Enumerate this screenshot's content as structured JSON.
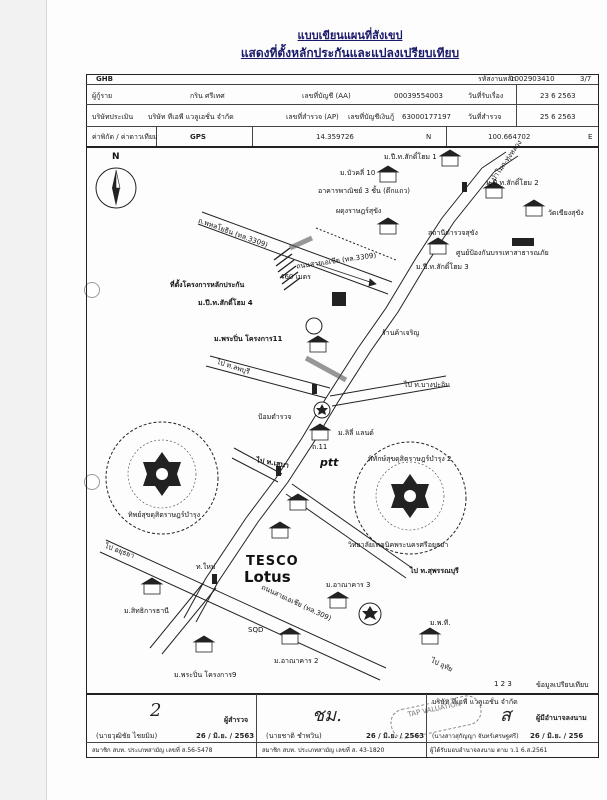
{
  "header": {
    "title_line1": "แบบเขียนแผนที่สังเขป",
    "title_line2": "แสดงที่ตั้งหลักประกันและแปลงเปรียบเทียบ",
    "org_code": "GHB",
    "case_no_label": "รหัสงานหลัก",
    "case_no_value": "1002903410",
    "page_no": "3/7"
  },
  "info": {
    "borrower_label": "ผู้กู้ราย",
    "borrower_name": "กริน ศรีเทศ",
    "account_label": "เลขที่บัญชี (AA)",
    "account_value": "00039554003",
    "request_date_label": "วันที่รับเรื่อง",
    "request_date_value": "23 6 2563",
    "company_label": "บริษัทประเมิน",
    "company_value": "บริษัท ทีเอพี แวลูเอชั่น จำกัด",
    "ap_label": "เลขที่สำรวจ (AP)",
    "ap_value": "63000177197",
    "bank_ref_label": "เลขที่บัญชีเงินกู้",
    "survey_date_label": "วันที่สำรวจ",
    "survey_date_value": "25 6 2563",
    "coord_label": "ค่าพิกัด / ค่าดาวเทียม",
    "gps_label": "GPS",
    "lat_value": "14.359726",
    "lat_suffix": "N",
    "lon_value": "100.664702",
    "lon_suffix": "E"
  },
  "map": {
    "north": "N",
    "labels": {
      "m_porwipa": "ม.ปี.ท.สักดิ์โฮม 1",
      "m_wasanthi": "ม.บัวคลี่ 10",
      "bldg3": "อาคารพาณิชย์ 3 ชั้น (ตึกแถว)",
      "m_lakdi2": "ม.ปี.ท.สักดิ์โฮม 2",
      "temple": "วัดเขียงสุขัง",
      "school": "ผดุงราษฎร์สุขัง",
      "police": "สถานีตำรวจสุขัง",
      "m_lakdi3": "ม.ปี.ท.สักดิ์โฮม 3",
      "center": "ศูนย์ป้องกันบรรเทาสาธารณภัย",
      "soi_name": "ถ.ป่าโมก-ทุ่งหลวง",
      "main_road_a": "ถ.พหลโยธิน (ทล.3309)",
      "main_road_b": "ถนนสายเอเชีย (ทล.3309)",
      "collateral_1": "ที่ตั้งโครงการหลักประกัน",
      "collateral_2": "ม.ปี.ท.สักดิ์โฮม 4",
      "distance": "460 เมตร",
      "highway_shop": "ร้านค้าเจริญ",
      "m_prapin11": "ม.พระปิ่น โครงการ11",
      "to_tabkwang": "ไป ท.ลพบุรี",
      "to_bangpa": "ไป ท.บางปะอิน",
      "police_post": "ป้อมตำรวจ",
      "m_lilly": "ม.ลิลี่ แลนด์",
      "ptt": "ptt",
      "soi_road": "ถ.11",
      "ptt_name": "พิทักษ์สุขดุสิตราษฎร์บำรุง 2",
      "left_circle": "ทิพย์สุขดุสิตราษฎร์บำรุง",
      "right_circle": "วิทยาลัยเทคนิคพระนครศรีอยุธยา",
      "to_sena": "ไป ท.เสนา",
      "to_tapra": "ไป ท.สุพรรณบุรี",
      "tesco1": "TESCO",
      "tesco2": "Lotus",
      "m_inthira": "ม.สิทธิการธานี",
      "road_bottom": "ถนนสายเอเชีย (ทล.309)",
      "m_anthika3": "ม.อาณาคาร 3",
      "m_prapin9": "ม.พระปิ่น โครงการ9",
      "m_anthika2": "ม.อาณาคาร 2",
      "m_pt": "ม.พ.ที.",
      "to_uthai": "ไป อุทัย",
      "compare_label": "ข้อมูลเปรียบเทียบ",
      "to_ayutthaya": "ไป อยุธยา",
      "k_label": "ท.ใหม่",
      "legend_nums": "1  2  3",
      "sqd": "SQD"
    }
  },
  "footer": {
    "left_sig_label": "ผู้สำรวจ",
    "left_name": "(นายวุฒิชัย ไชยมิม)",
    "left_date": "26 / มิ.ย. / 2563",
    "left_license": "สมาชิก สบท. ประเภทสามัญ เลขที่ ส.56-5478",
    "mid_name": "(นายชาติ ชำพวิน)",
    "mid_date": "26 / มิ.ย. / 2563",
    "mid_license": "สมาชิก สบท. ประเภทสามัญ เลขที่ ส. 43-1820",
    "right_company": "บริษัท ทีเอพี แวลูเอชั่น จำกัด",
    "right_sig_label": "ผู้มีอำนาจลงนาม",
    "right_name": "(นางสาวสุกัญญา จันทร์เศรษฐศรี)",
    "right_date": "26 / มิ.ย. / 256",
    "right_license": "ผู้ได้รับมอบอำนาจลงนาม ตาม ว.1 6.ส.2561",
    "stamp_text": "TAP VALUATION",
    "sig_left": "2",
    "sig_mid": "ชม.",
    "sig_right": "ส"
  }
}
